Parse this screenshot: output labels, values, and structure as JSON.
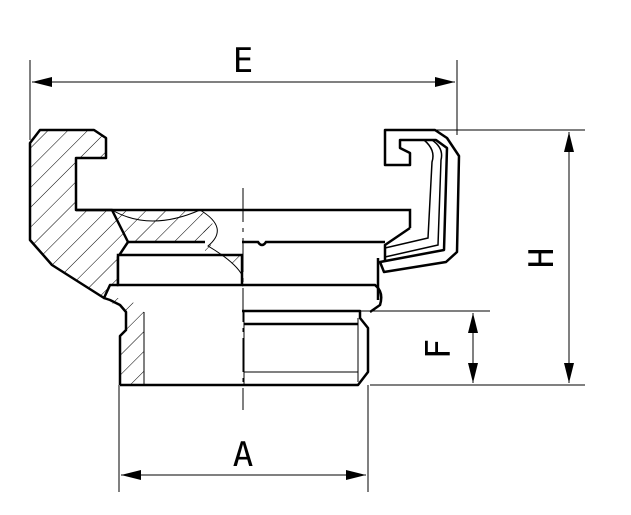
{
  "drawing": {
    "labels": {
      "E": "E",
      "H": "H",
      "F": "F",
      "A": "A"
    },
    "colors": {
      "line": "#000000",
      "background": "#ffffff"
    }
  }
}
